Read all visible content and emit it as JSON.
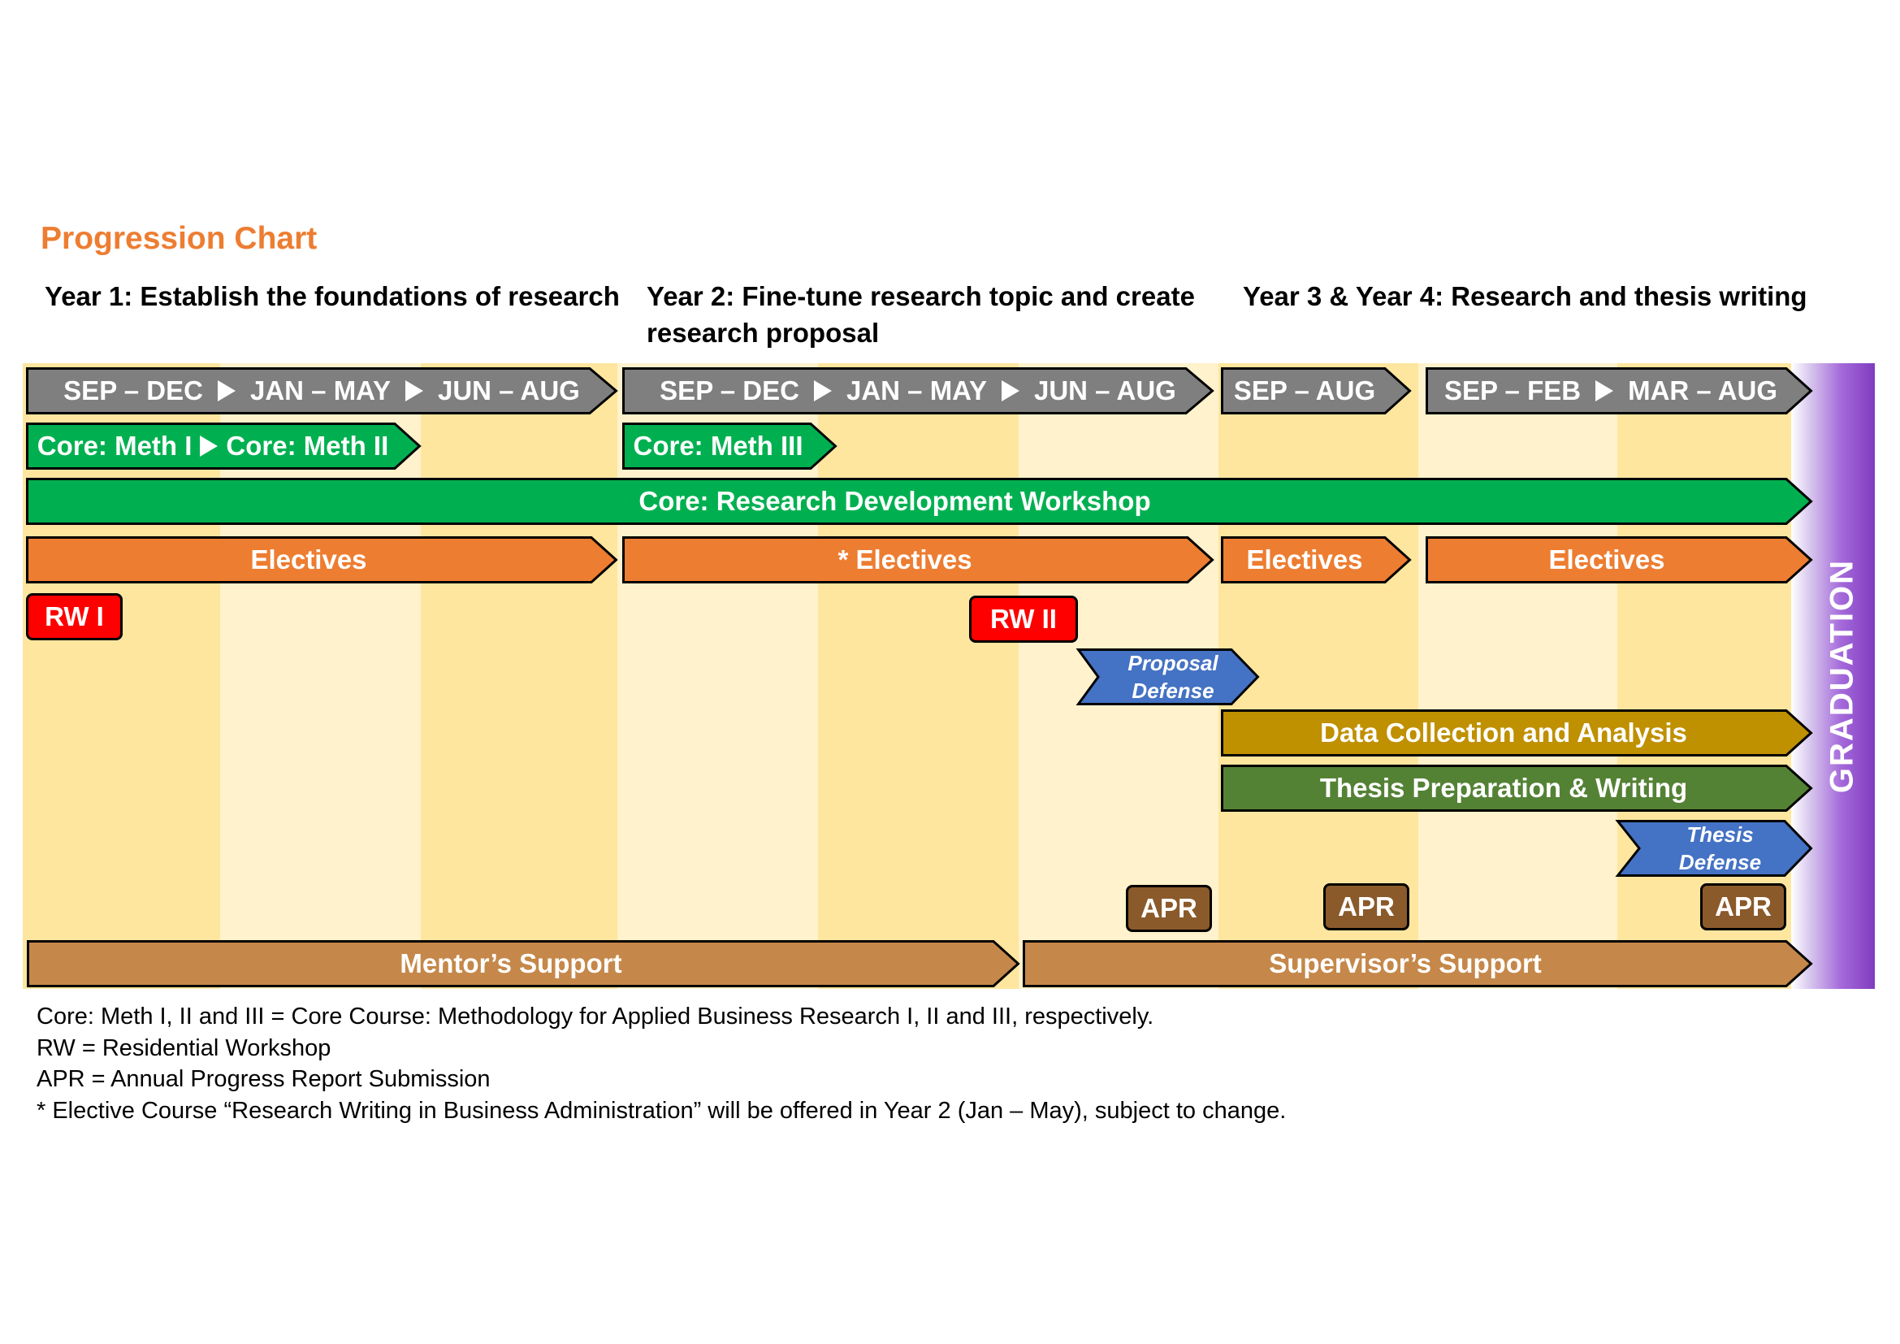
{
  "title": "Progression Chart",
  "year_headers": [
    "Year 1: Establish the foundations of research",
    "Year 2: Fine-tune research topic and create research proposal",
    "Year 3 & Year 4: Research and thesis writing"
  ],
  "periods": {
    "y1": [
      "SEP – DEC",
      "JAN – MAY",
      "JUN – AUG"
    ],
    "y2": [
      "SEP – DEC",
      "JAN – MAY",
      "JUN – AUG"
    ],
    "y3": "SEP – AUG",
    "y4": [
      "SEP – FEB",
      "MAR – AUG"
    ]
  },
  "core": {
    "meth1": "Core: Meth I",
    "meth2": "Core: Meth II",
    "meth3": "Core: Meth III",
    "workshop": "Core: Research Development Workshop"
  },
  "electives": {
    "y1": "Electives",
    "y2": "* Electives",
    "y3": "Electives",
    "y4": "Electives"
  },
  "rw1": "RW I",
  "rw2": "RW II",
  "proposal_defense": [
    "Proposal",
    "Defense"
  ],
  "data_collection": "Data Collection and Analysis",
  "thesis_writing": "Thesis Preparation & Writing",
  "thesis_defense": [
    "Thesis",
    "Defense"
  ],
  "apr": "APR",
  "mentor_support": "Mentor’s Support",
  "supervisor_support": "Supervisor’s Support",
  "graduation": "GRADUATION",
  "legend": [
    "Core: Meth I, II and III = Core Course: Methodology for Applied Business Research I, II and III, respectively.",
    "RW = Residential Workshop",
    "APR = Annual Progress Report Submission",
    "* Elective Course “Research Writing in Business Administration” will be offered in Year 2 (Jan – May), subject to change."
  ],
  "colors": {
    "title": "#ED7D31",
    "period": "#7F7F7F",
    "core": "#00B050",
    "electives": "#ED7D31",
    "rw": "#FF0000",
    "defense": "#4472C4",
    "data_collection": "#BF9000",
    "thesis_writing": "#548235",
    "apr": "#8B5A2B",
    "support": "#C5884A",
    "graduation": "#7F3BBE"
  }
}
